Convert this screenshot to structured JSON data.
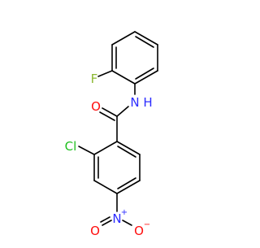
{
  "molecule": {
    "atoms": {
      "fluorine": "F",
      "nitrogen_amide": "N",
      "hydrogen_amide": "H",
      "oxygen_carbonyl": "O",
      "chlorine": "Cl",
      "nitrogen_nitro": "N",
      "nitro_plus": "+",
      "oxygen_nitro_left": "O",
      "oxygen_nitro_right": "O",
      "nitro_minus": "−"
    },
    "colors": {
      "bond": "#000000",
      "fluorine": "#8cb833",
      "nitrogen": "#2c2cff",
      "oxygen": "#ff0d0d",
      "chlorine": "#1fc01f"
    }
  }
}
